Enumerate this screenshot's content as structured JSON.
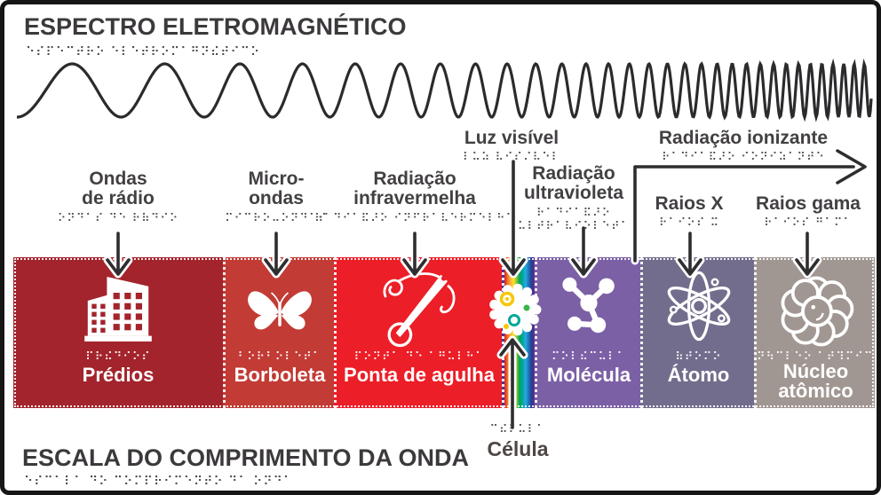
{
  "title": {
    "text": "ESPECTRO ELETROMAGNÉTICO",
    "braille": "⠑⠎⠏⠑⠉⠞⠗⠕ ⠑⠇⠑⠞⠗⠕⠍⠁⠛⠝⠮⠞⠊⠉⠕"
  },
  "footer": {
    "text": "ESCALA DO COMPRIMENTO DA ONDA",
    "braille": "⠑⠎⠉⠁⠇⠁ ⠙⠕ ⠉⠕⠍⠏⠗⠊⠍⠑⠝⠞⠕ ⠙⠁ ⠕⠝⠙⠁"
  },
  "labels": {
    "ondas_radio": {
      "line1": "Ondas",
      "line2": "de rádio",
      "braille": "⠕⠝⠙⠁⠎ ⠙⠑ ⠗⠷⠙⠊⠕"
    },
    "micro_ondas": {
      "line1": "Micro-",
      "line2": "ondas",
      "braille": "⠍⠊⠉⠗⠕⠤⠕⠝⠙⠁⠎"
    },
    "infravermelha": {
      "line1": "Radiação",
      "line2": "infravermelha",
      "braille": "⠗⠁⠙⠊⠁⠯⠜⠕ ⠊⠝⠋⠗⠁⠧⠑⠗⠍⠑⠇⠓⠁"
    },
    "luz_visivel": {
      "text": "Luz visível",
      "braille": "⠇⠥⠵ ⠧⠊⠎⠌⠧⠑⠇"
    },
    "ultravioleta": {
      "line1": "Radiação",
      "line2": "ultravioleta",
      "braille1": "⠗⠁⠙⠊⠁⠯⠜⠕",
      "braille2": "⠥⠇⠞⠗⠁⠧⠊⠕⠇⠑⠞⠁"
    },
    "ionizante": {
      "text": "Radiação ionizante",
      "braille": "⠗⠁⠙⠊⠁⠯⠜⠕ ⠊⠕⠝⠊⠵⠁⠝⠞⠑"
    },
    "raios_x": {
      "text": "Raios X",
      "braille": "⠗⠁⠊⠕⠎ ⠭"
    },
    "raios_gama": {
      "text": "Raios gama",
      "braille": "⠗⠁⠊⠕⠎ ⠛⠁⠍⠁"
    },
    "celula": {
      "text": "Célula",
      "braille": "⠉⠮⠇⠥⠇⠁"
    }
  },
  "bands": [
    {
      "label": "Prédios",
      "braille": "⠏⠗⠮⠙⠊⠕⠎",
      "color": "#A3242C",
      "icon": "buildings"
    },
    {
      "label": "Borboleta",
      "braille": "⠃⠕⠗⠃⠕⠇⠑⠞⠁",
      "color": "#C23B35",
      "icon": "butterfly"
    },
    {
      "label": "Ponta de agulha",
      "braille": "⠏⠕⠝⠞⠁ ⠙⠑ ⠁⠛⠥⠇⠓⠁",
      "color": "#EC1E27",
      "icon": "needle"
    },
    {
      "label": "",
      "braille": "",
      "color": "rainbow",
      "icon": "cell"
    },
    {
      "label": "Molécula",
      "braille": "⠍⠕⠇⠮⠉⠥⠇⠁",
      "color": "#7C60A6",
      "icon": "molecule"
    },
    {
      "label": "Átomo",
      "braille": "⠷⠞⠕⠍⠕",
      "color": "#736D8D",
      "icon": "atom"
    },
    {
      "label": "Núcleo",
      "label2": "atômico",
      "braille": "⠝⠳⠉⠇⠑⠕ ⠁⠞⠹⠍⠊⠉⠕",
      "color": "#A19792",
      "icon": "nucleus"
    }
  ],
  "rainbow": [
    "#D31F2B",
    "#F4701F",
    "#FBB040",
    "#FFE21F",
    "#8DC63F",
    "#00A651",
    "#00A79D",
    "#27AAE1",
    "#1B75BB",
    "#2B3990",
    "#662D91"
  ],
  "colors": {
    "wave": "#2B2B2E",
    "arrow": "#2E2E31",
    "text_dark": "#3C393C",
    "braille_dark": "#4C4C4F",
    "band_border": "#FFFFFF",
    "cell_yellow": "#F9C606",
    "cell_green": "#3AB54A",
    "cell_teal": "#00A79D"
  }
}
